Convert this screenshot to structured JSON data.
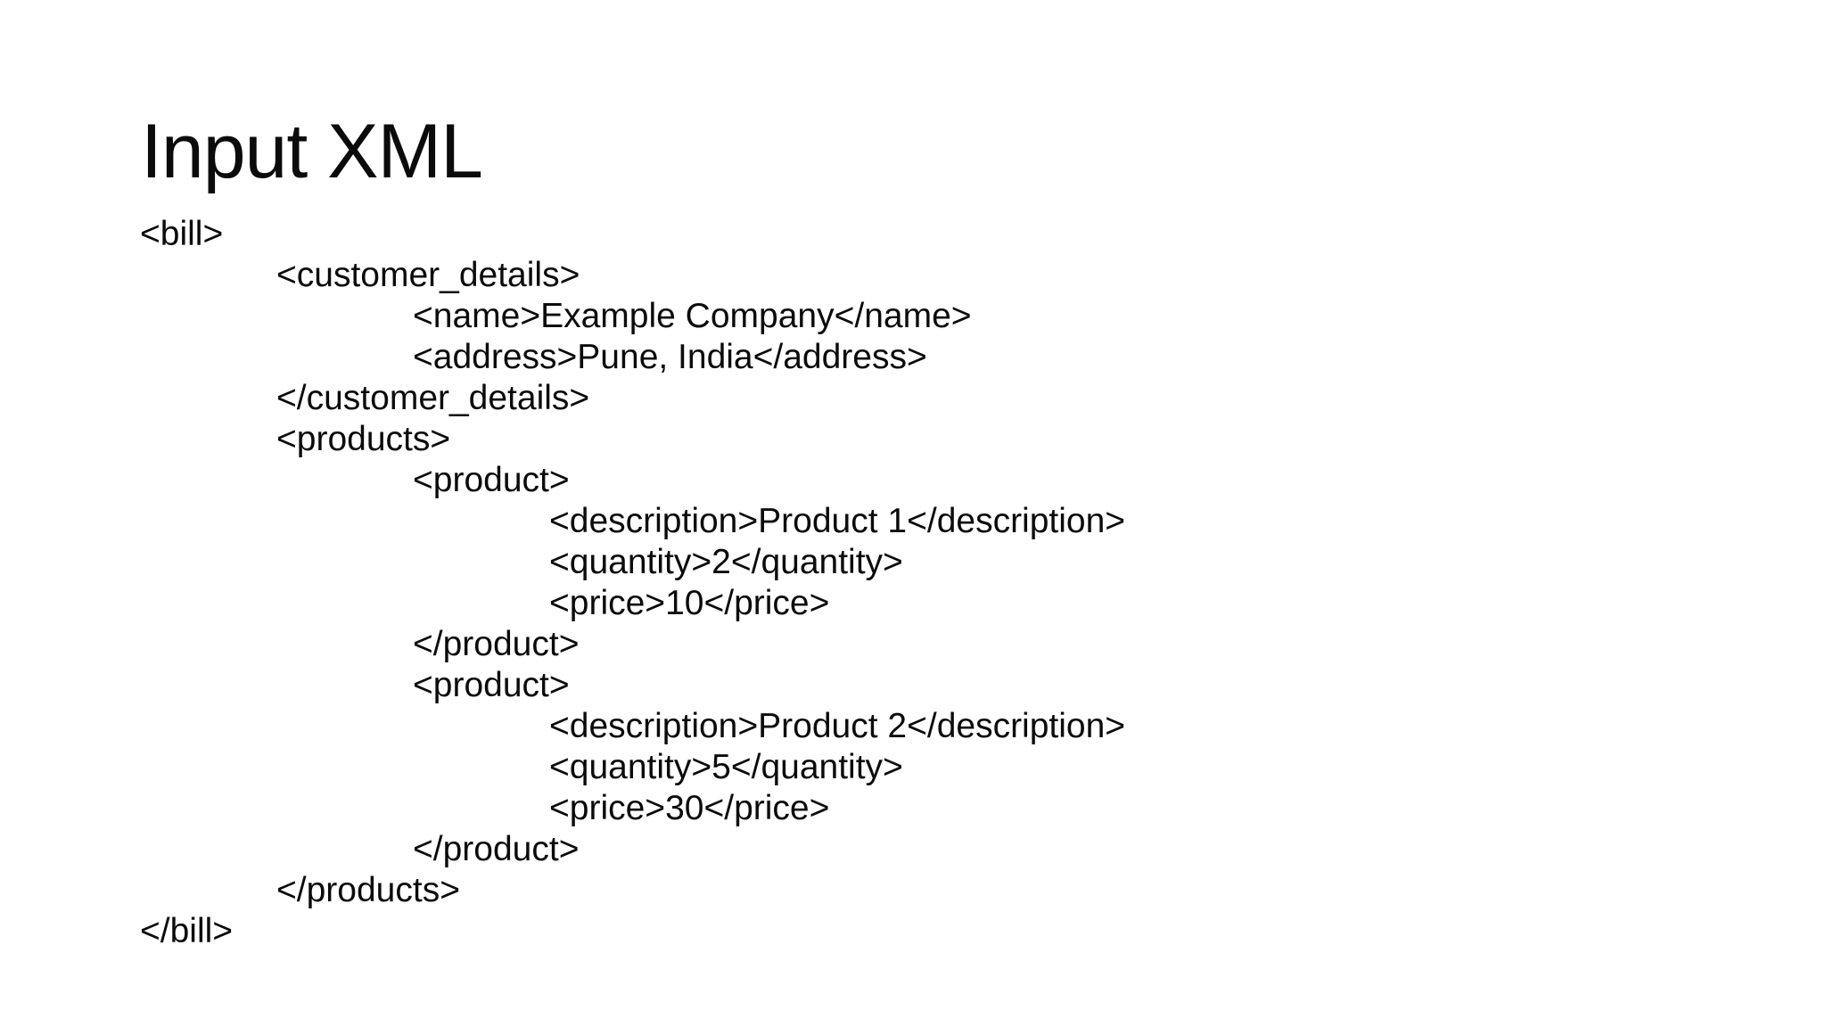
{
  "slide": {
    "title": "Input XML",
    "background_color": "#ffffff",
    "text_color": "#0b0b0b"
  },
  "code": {
    "language": "xml",
    "lines": [
      {
        "indent": 0,
        "text": "<bill>"
      },
      {
        "indent": 1,
        "text": "<customer_details>"
      },
      {
        "indent": 2,
        "text": "<name>Example Company</name>"
      },
      {
        "indent": 2,
        "text": "<address>Pune, India</address>"
      },
      {
        "indent": 1,
        "text": "</customer_details>"
      },
      {
        "indent": 1,
        "text": "<products>"
      },
      {
        "indent": 2,
        "text": "<product>"
      },
      {
        "indent": 3,
        "text": "<description>Product 1</description>"
      },
      {
        "indent": 3,
        "text": "<quantity>2</quantity>"
      },
      {
        "indent": 3,
        "text": "<price>10</price>"
      },
      {
        "indent": 2,
        "text": "</product>"
      },
      {
        "indent": 2,
        "text": "<product>"
      },
      {
        "indent": 3,
        "text": "<description>Product 2</description>"
      },
      {
        "indent": 3,
        "text": "<quantity>5</quantity>"
      },
      {
        "indent": 3,
        "text": "<price>30</price>"
      },
      {
        "indent": 2,
        "text": "</product>"
      },
      {
        "indent": 1,
        "text": "</products>"
      },
      {
        "indent": 0,
        "text": "</bill>"
      }
    ]
  }
}
